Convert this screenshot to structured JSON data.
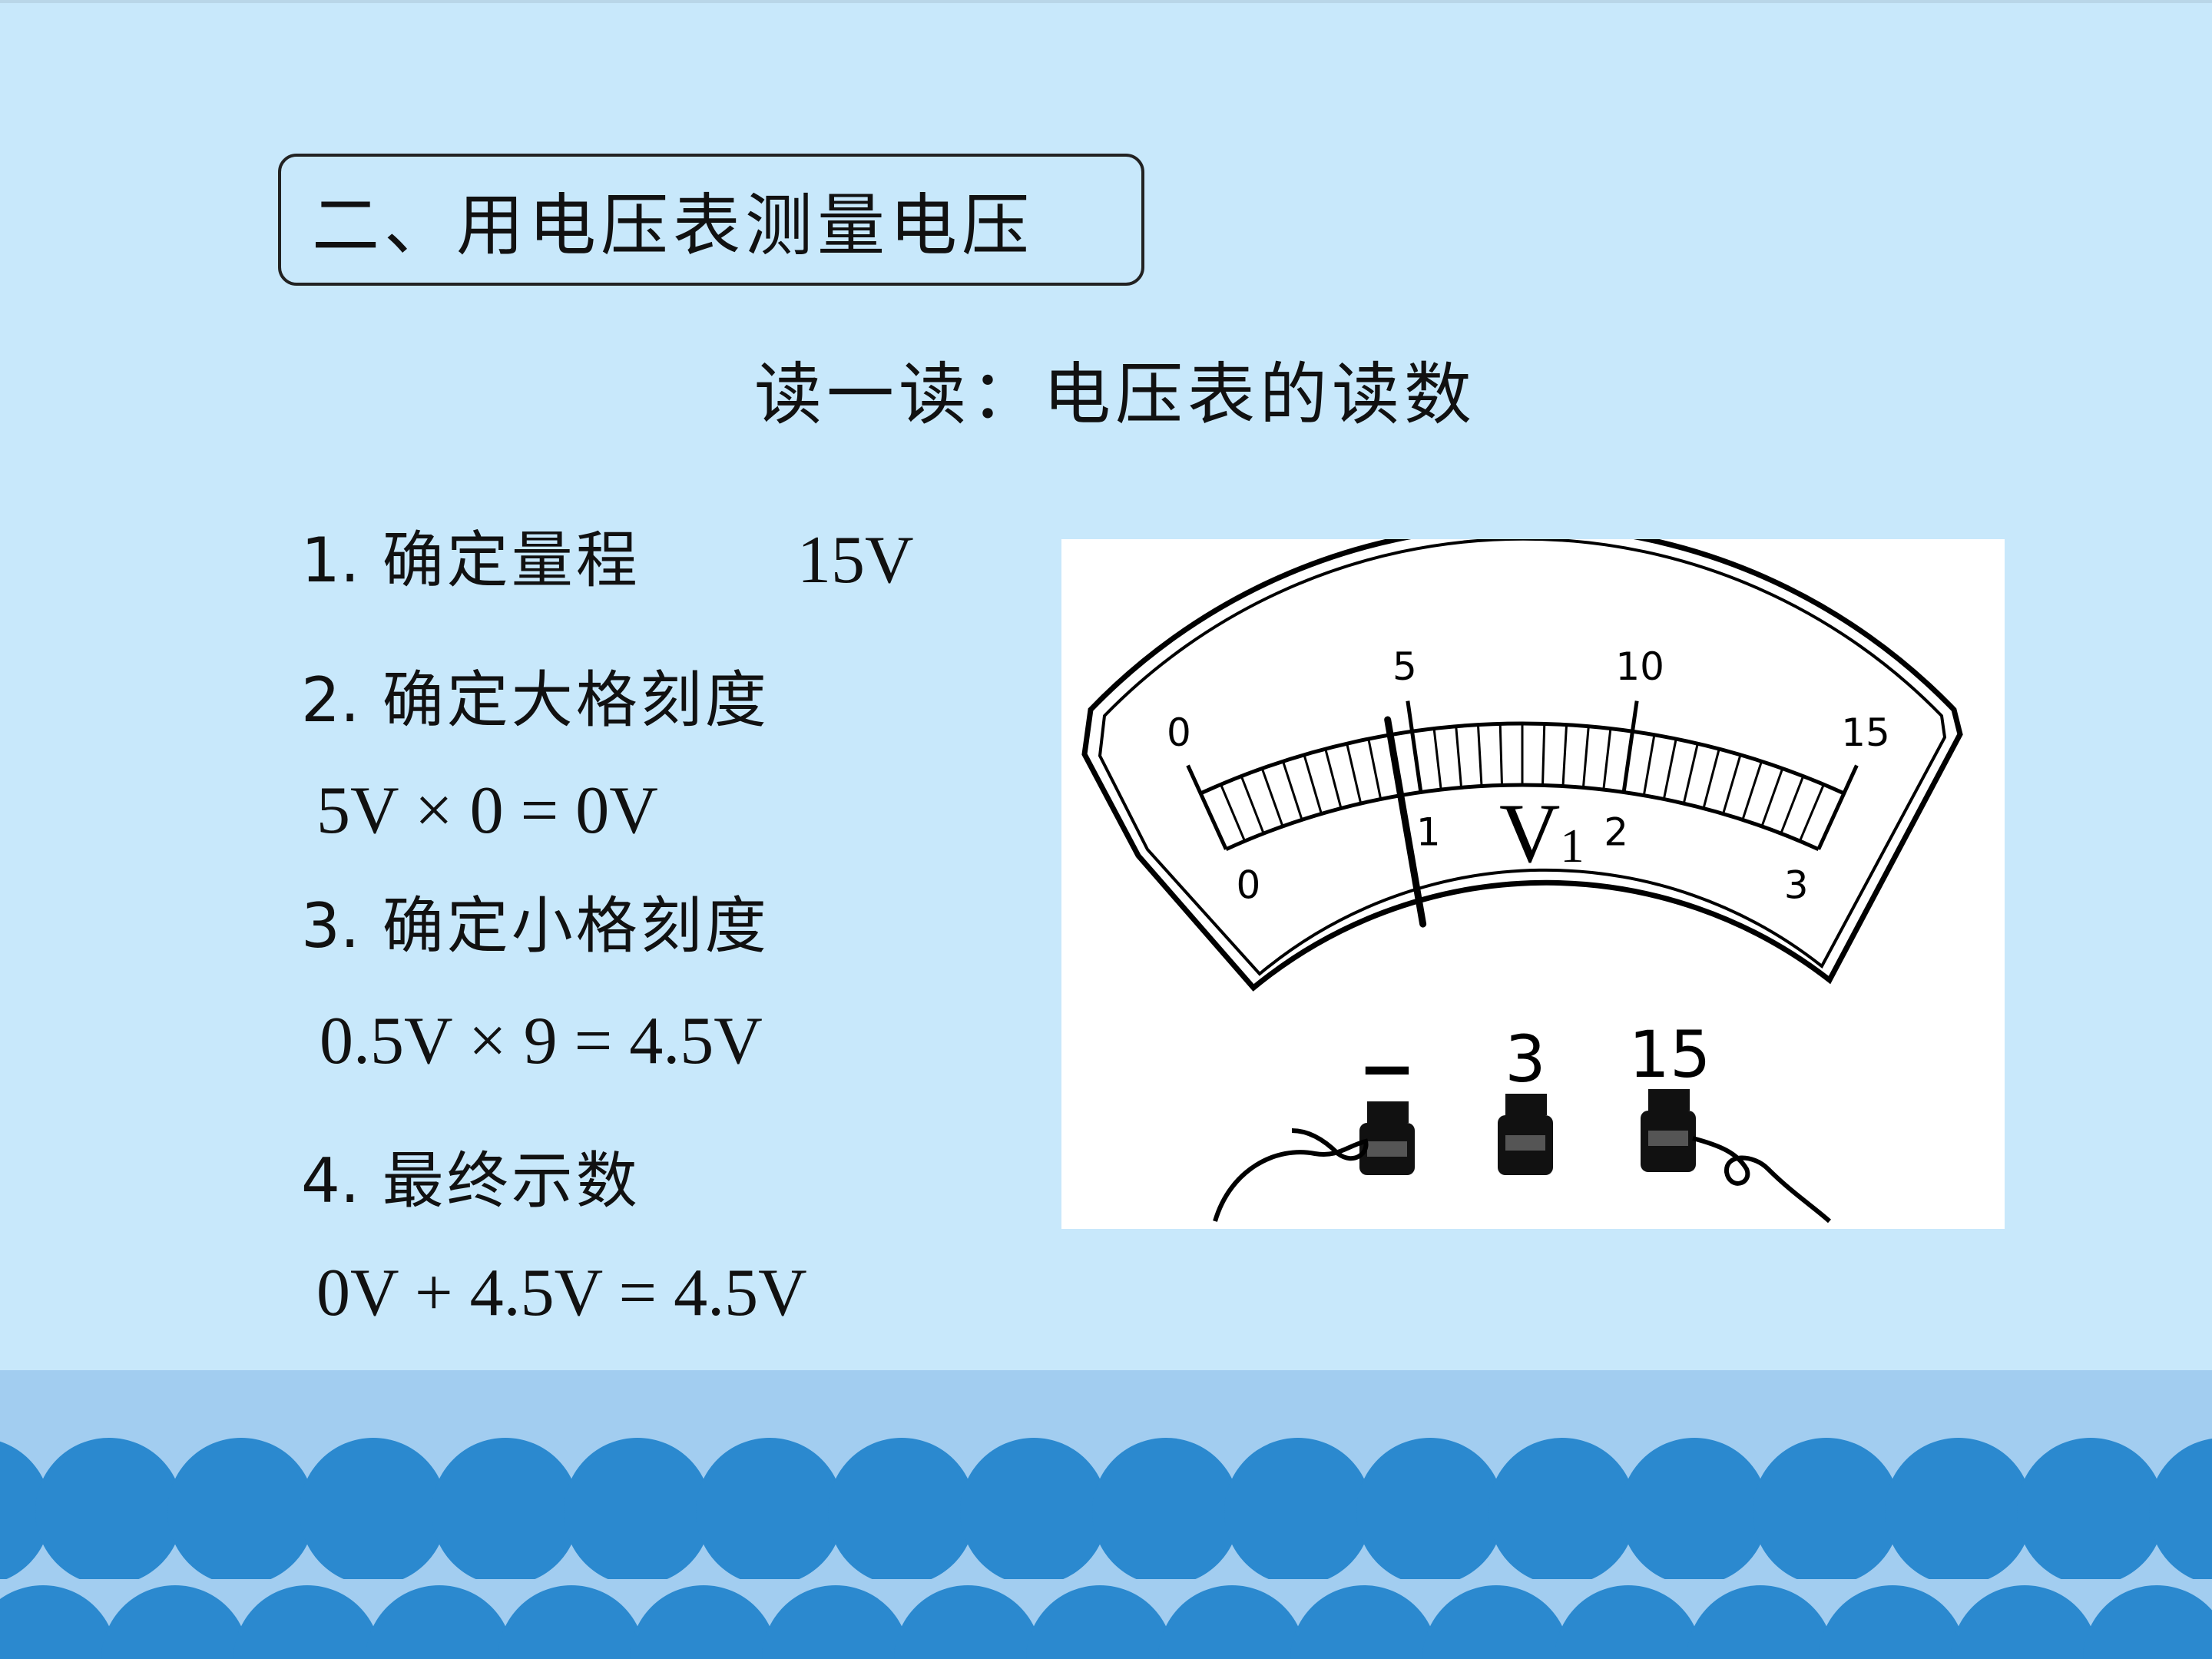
{
  "slide": {
    "section_title": "二、用电压表测量电压",
    "subtitle": "读一读：电压表的读数",
    "steps": [
      {
        "num": "1.",
        "label": "确定量程",
        "value": "15V"
      },
      {
        "num": "2.",
        "label": "确定大格刻度",
        "calc": "5V × 0 = 0V"
      },
      {
        "num": "3.",
        "label": "确定小格刻度",
        "calc": "0.5V × 9 = 4.5V"
      },
      {
        "num": "4.",
        "label": "最终示数",
        "calc": "0V + 4.5V = 4.5V"
      }
    ]
  },
  "meter": {
    "upper_scale": {
      "range": [
        0,
        15
      ],
      "labels": [
        "0",
        "5",
        "10",
        "15"
      ],
      "major_step": 5,
      "minor_step": 0.5
    },
    "lower_scale": {
      "range": [
        0,
        3
      ],
      "labels": [
        "0",
        "1",
        "2",
        "3"
      ]
    },
    "needle_value": 4.5,
    "meter_label": "V",
    "meter_subscript": "1",
    "terminals": [
      "−",
      "3",
      "15"
    ]
  },
  "colors": {
    "background": "#c8e8fb",
    "band": "#a2cdf0",
    "wave": "#2b89cf"
  }
}
